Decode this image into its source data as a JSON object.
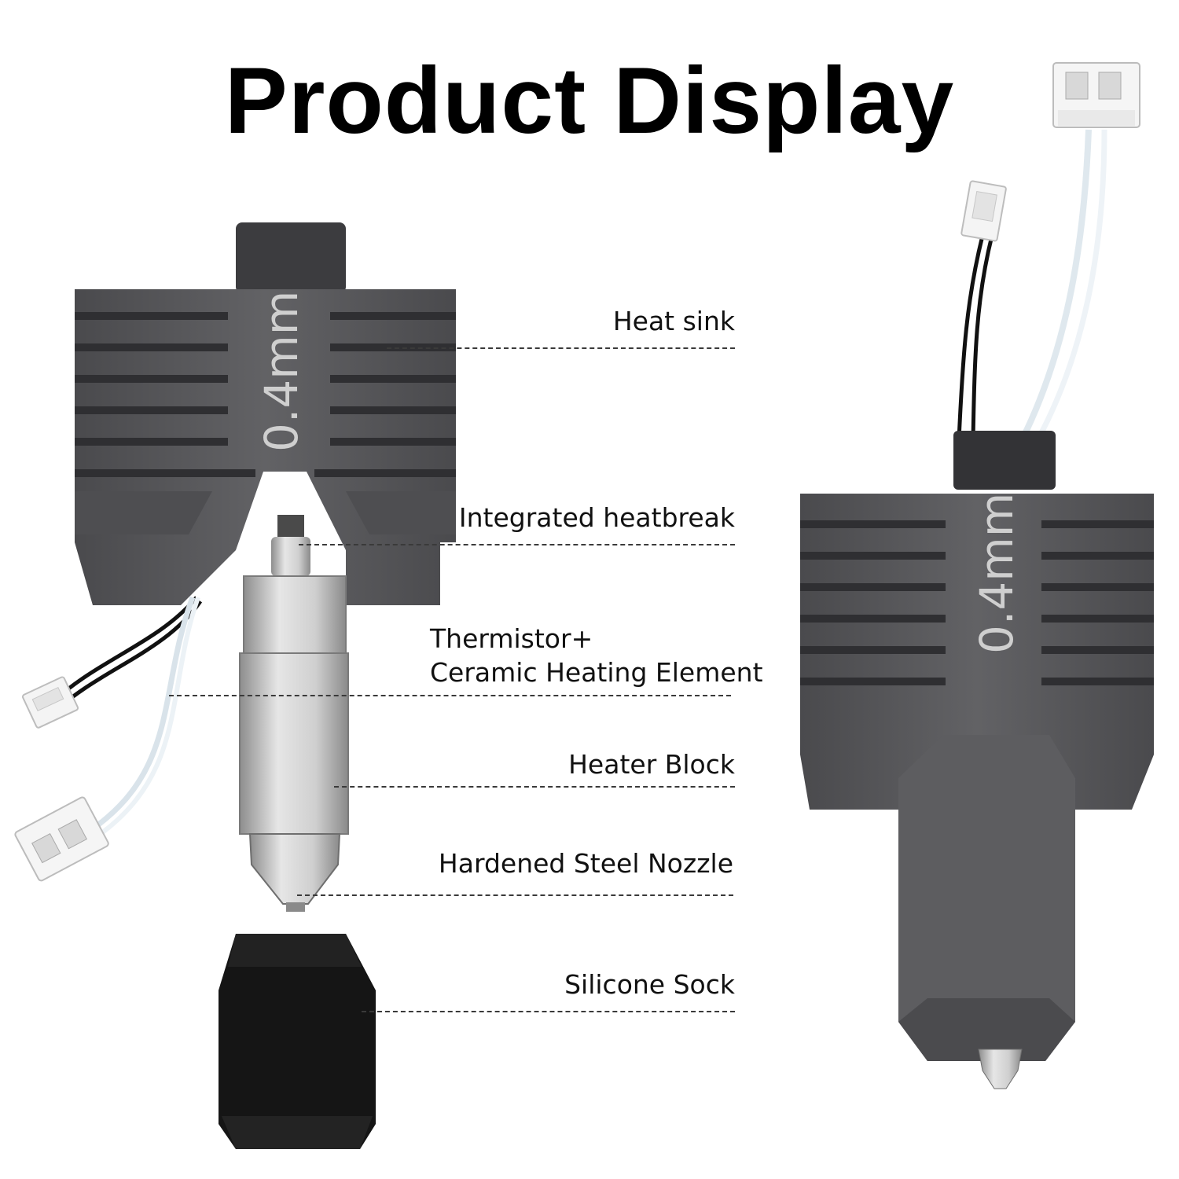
{
  "title": "Product Display",
  "nozzle_marking": "0.4mm",
  "callouts": {
    "heat_sink": "Heat sink",
    "heatbreak": "Integrated heatbreak",
    "thermistor_line1": "Thermistor+",
    "thermistor_line2": "Ceramic Heating Element",
    "heater_block": "Heater Block",
    "nozzle": "Hardened Steel Nozzle",
    "sock": "Silicone Sock"
  },
  "colors": {
    "heatsink": "#5c5c5f",
    "heatsink_shadow": "#3f3f42",
    "steel": "#c9c9c9",
    "sock": "#141414",
    "connector": "#f4f4f4",
    "title_text": "#000000"
  }
}
